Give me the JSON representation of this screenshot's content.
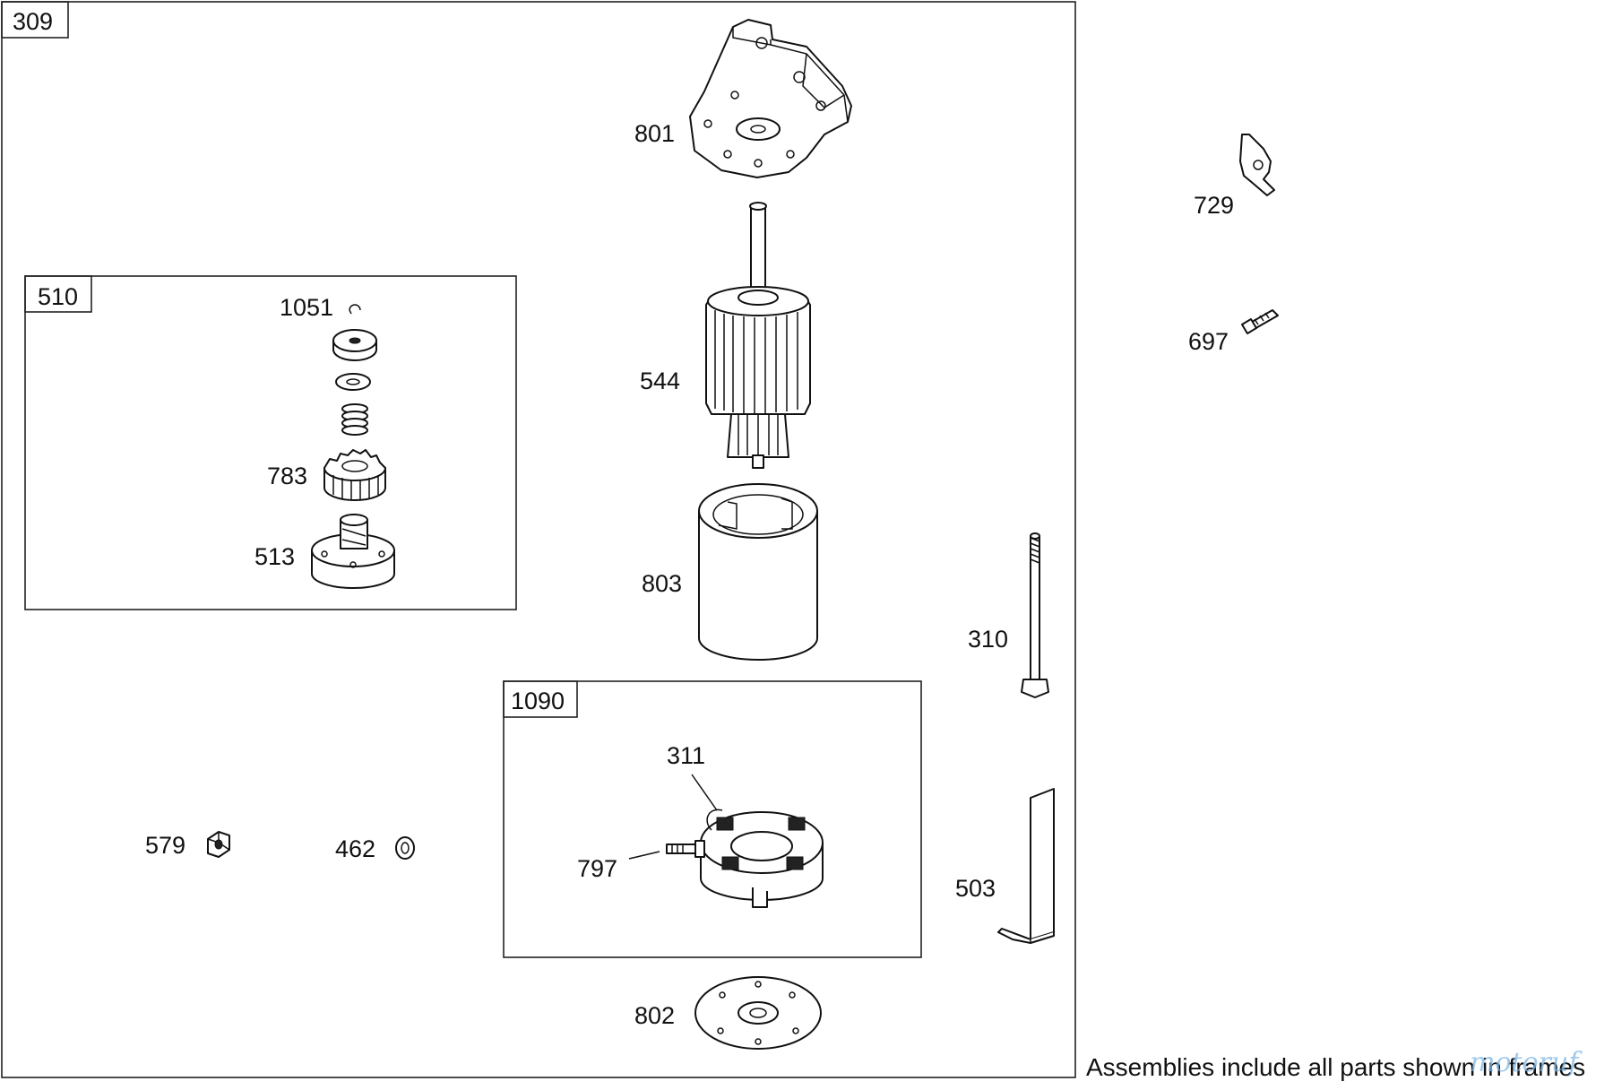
{
  "diagram": {
    "frames": [
      {
        "id": "309",
        "label": "309"
      },
      {
        "id": "510",
        "label": "510"
      },
      {
        "id": "1090",
        "label": "1090"
      }
    ],
    "callouts": {
      "801": "801",
      "729": "729",
      "697": "697",
      "544": "544",
      "1051": "1051",
      "783": "783",
      "513": "513",
      "803": "803",
      "310": "310",
      "311": "311",
      "797": "797",
      "579": "579",
      "462": "462",
      "503": "503",
      "802": "802"
    }
  },
  "footer_note": "Assemblies include all parts shown in frames",
  "watermark": "motoruf"
}
